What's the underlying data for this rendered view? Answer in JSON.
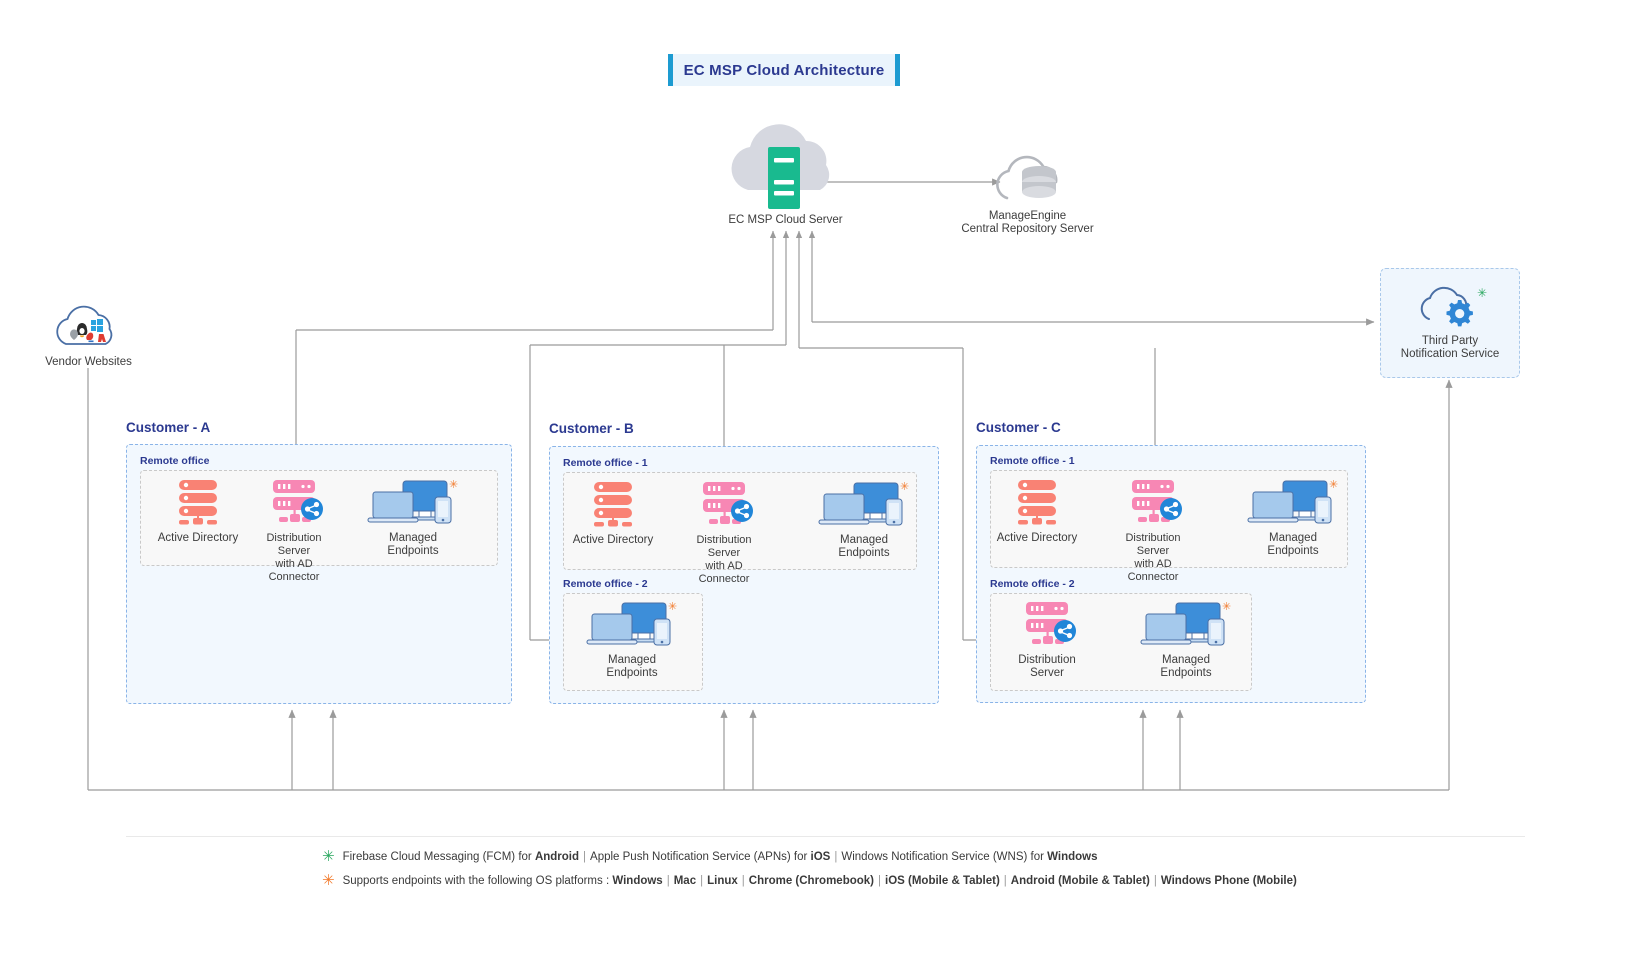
{
  "title": "EC MSP Cloud Architecture",
  "colors": {
    "title_text": "#2b3990",
    "title_bg": "#eaf4fc",
    "title_bar": "#1d9bd1",
    "cloud_server_green": "#19ba8f",
    "cloud_grey": "#d6d8e0",
    "ad_salmon": "#f98274",
    "dist_pink": "#f787b4",
    "share_blue": "#2186d8",
    "endpoint_blue_dark": "#3d8ed9",
    "endpoint_blue_light": "#a5c9ec",
    "customer_border": "#8ab4e8",
    "customer_bg": "#f2f8fe",
    "office_border": "#c9c9c9",
    "office_bg": "#f8f8f8",
    "arrow": "#9b9b9b",
    "fcm_star": "#2aa85f",
    "os_star": "#f2792a"
  },
  "cloud": {
    "server_label": "EC MSP Cloud Server",
    "repository_label_line1": "ManageEngine",
    "repository_label_line2": "Central Repository Server"
  },
  "vendor": {
    "label": "Vendor Websites"
  },
  "third_party": {
    "label_line1": "Third Party",
    "label_line2": "Notification Service"
  },
  "nodes": {
    "active_directory": "Active Directory",
    "distribution_server_ad": "Distribution Server\nwith AD Connector",
    "distribution_server_ad_l1": "Distribution Server",
    "distribution_server_ad_l2": "with AD Connector",
    "distribution_server": "Distribution Server",
    "managed_endpoints": "Managed Endpoints"
  },
  "customers": [
    {
      "name": "Customer - A",
      "offices": [
        {
          "label": "Remote office",
          "nodes": [
            "Active Directory",
            "Distribution Server with AD Connector",
            "Managed Endpoints"
          ]
        }
      ]
    },
    {
      "name": "Customer - B",
      "offices": [
        {
          "label": "Remote office - 1",
          "nodes": [
            "Active Directory",
            "Distribution Server with AD Connector",
            "Managed Endpoints"
          ]
        },
        {
          "label": "Remote office - 2",
          "nodes": [
            "Managed Endpoints"
          ]
        }
      ]
    },
    {
      "name": "Customer - C",
      "offices": [
        {
          "label": "Remote office - 1",
          "nodes": [
            "Active Directory",
            "Distribution Server with AD Connector",
            "Managed Endpoints"
          ]
        },
        {
          "label": "Remote office - 2",
          "nodes": [
            "Distribution Server",
            "Managed Endpoints"
          ]
        }
      ]
    }
  ],
  "legend": {
    "row1": {
      "star": "✳",
      "parts": [
        {
          "t": "Firebase Cloud Messaging (FCM) for ",
          "b": false
        },
        {
          "t": "Android",
          "b": true
        },
        {
          "t": "|",
          "sep": true
        },
        {
          "t": "Apple Push Notification Service (APNs) for ",
          "b": false
        },
        {
          "t": "iOS",
          "b": true
        },
        {
          "t": "|",
          "sep": true
        },
        {
          "t": "Windows Notification Service (WNS) for ",
          "b": false
        },
        {
          "t": "Windows",
          "b": true
        }
      ],
      "plain": "Firebase Cloud Messaging (FCM) for Android | Apple Push Notification Service (APNs) for iOS | Windows Notification Service (WNS) for Windows"
    },
    "row2": {
      "star": "✳",
      "parts": [
        {
          "t": "Supports endpoints with the following OS platforms : ",
          "b": false
        },
        {
          "t": "Windows",
          "b": true
        },
        {
          "t": "|",
          "sep": true
        },
        {
          "t": "Mac",
          "b": true
        },
        {
          "t": "|",
          "sep": true
        },
        {
          "t": "Linux",
          "b": true
        },
        {
          "t": "|",
          "sep": true
        },
        {
          "t": "Chrome (Chromebook)",
          "b": true
        },
        {
          "t": "|",
          "sep": true
        },
        {
          "t": "iOS (Mobile & Tablet)",
          "b": true
        },
        {
          "t": "|",
          "sep": true
        },
        {
          "t": "Android (Mobile & Tablet)",
          "b": true
        },
        {
          "t": "|",
          "sep": true
        },
        {
          "t": "Windows Phone (Mobile)",
          "b": true
        }
      ],
      "plain": "Supports endpoints with the following OS platforms : Windows | Mac | Linux | Chrome (Chromebook) | iOS (Mobile & Tablet) | Android (Mobile & Tablet) | Windows Phone (Mobile)"
    }
  }
}
